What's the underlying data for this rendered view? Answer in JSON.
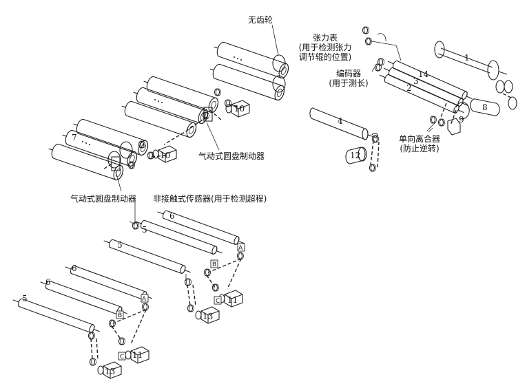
{
  "labels": {
    "no_gear": "无齿轮",
    "tension_meter_1": "张力表",
    "tension_meter_2": "(用于检测张力",
    "tension_meter_3": "调节辊的位置)",
    "encoder_1": "编码器",
    "encoder_2": "(用于测长)",
    "one_way_clutch_1": "单向离合器",
    "one_way_clutch_2": "(防止逆转)",
    "pneumatic_brake_a": "气动式圆盘制动器",
    "pneumatic_brake_b": "气动式圆盘制动器",
    "non_contact_sensor": "非接触式传感器(用于检测超程)"
  },
  "part_numbers": {
    "p1": "1",
    "p2": "2",
    "p3": "3",
    "p4": "4",
    "p5a": "5",
    "p5b": "5",
    "p5c": "5",
    "p6a": "6",
    "p6b": "6",
    "p6c": "6",
    "p7": "7",
    "p8": "8",
    "p9": "9",
    "p10a": "10",
    "p10b": "10",
    "p11a": "11",
    "p11b": "11",
    "p12": "12",
    "p13a": "13",
    "p13b": "13",
    "p14": "14"
  },
  "box_labels": {
    "a1": "A",
    "b1": "B",
    "c1": "C",
    "a2": "A",
    "b2": "B",
    "c2": "C"
  }
}
